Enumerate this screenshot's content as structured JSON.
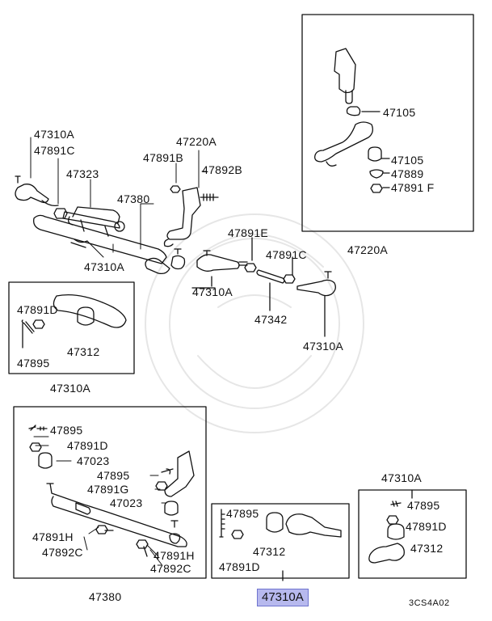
{
  "labels": {
    "topleft_ref": "47310A",
    "bolt_891c": "47891C",
    "arm_323": "47323",
    "arm_220a": "47220A",
    "nut_891b": "47891B",
    "bolt_892b": "47892B",
    "link_380": "47380",
    "end_310a_mid": "47310A",
    "nut_891e": "47891E",
    "nut_891c_mid": "47891C",
    "end_310a_low": "47310A",
    "sleeve_342": "47342",
    "end_310a_right": "47310A",
    "box1_891d": "47891D",
    "box1_312": "47312",
    "box1_895": "47895",
    "box1_caption": "47310A",
    "box2_105a": "47105",
    "box2_105b": "47105",
    "box2_889": "47889",
    "box2_891f": "47891 F",
    "box2_caption": "47220A",
    "box3_895a": "47895",
    "box3_891d": "47891D",
    "box3_023a": "47023",
    "box3_895b": "47895",
    "box3_891g": "47891G",
    "box3_023b": "47023",
    "box3_891h_left": "47891H",
    "box3_892c_left": "47892C",
    "box3_891h_right": "47891H",
    "box3_892c_right": "47892C",
    "box3_caption": "47380",
    "box4_895": "47895",
    "box4_312": "47312",
    "box4_891d": "47891D",
    "box4_caption": "47310A",
    "box5_ref": "47310A",
    "box5_895": "47895",
    "box5_891d": "47891D",
    "box5_312": "47312",
    "diagram_code": "3CS4A02"
  },
  "colors": {
    "highlight": "#b7b9ee",
    "line": "#111111"
  }
}
